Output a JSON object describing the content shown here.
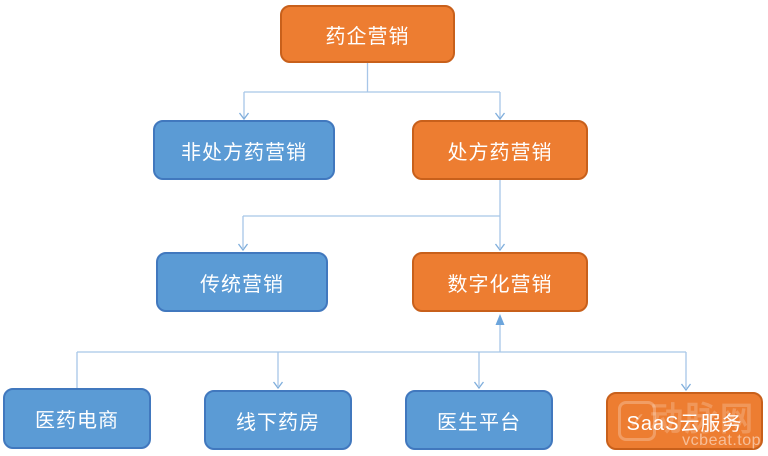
{
  "diagram": {
    "type": "flowchart",
    "nodes": {
      "root": {
        "label": "药企营销",
        "style": "orange"
      },
      "otc": {
        "label": "非处方药营销",
        "style": "blue"
      },
      "rx": {
        "label": "处方药营销",
        "style": "orange"
      },
      "traditional": {
        "label": "传统营销",
        "style": "blue"
      },
      "digital": {
        "label": "数字化营销",
        "style": "orange"
      },
      "ecommerce": {
        "label": "医药电商",
        "style": "blue"
      },
      "pharmacy": {
        "label": "线下药房",
        "style": "blue"
      },
      "doctor": {
        "label": "医生平台",
        "style": "blue"
      },
      "saas": {
        "label": "SaaS云服务",
        "style": "orange"
      }
    },
    "edges": [
      {
        "from": "root",
        "to": "otc",
        "arrowhead": "open-chevron-down"
      },
      {
        "from": "root",
        "to": "rx",
        "arrowhead": "open-chevron-down"
      },
      {
        "from": "rx",
        "to": "traditional",
        "arrowhead": "open-chevron-down"
      },
      {
        "from": "rx",
        "to": "digital",
        "arrowhead": "open-chevron-down"
      },
      {
        "from": "digital",
        "to": "ecommerce",
        "arrowhead": "none"
      },
      {
        "from": "digital",
        "to": "pharmacy",
        "arrowhead": "open-chevron-down"
      },
      {
        "from": "digital",
        "to": "doctor",
        "arrowhead": "open-chevron-down"
      },
      {
        "from": "digital",
        "to": "saas",
        "arrowhead": "open-chevron-down"
      },
      {
        "from": "bottom-bus",
        "to": "digital",
        "arrowhead": "solid-triangle-up"
      }
    ]
  },
  "watermark": {
    "brand": "动脉网",
    "site": "vcbeat.top",
    "logo": "vcbeat-logo"
  },
  "colors": {
    "orange_fill": "#ED7D31",
    "orange_border": "#C8601B",
    "blue_fill": "#5B9BD5",
    "blue_border": "#4178BE",
    "connector": "#A7C6E8",
    "arrowhead": "#7FAEDC",
    "arrow_solid": "#6CA5DC",
    "node_text": "#FFFFFF",
    "background": "#FFFFFF"
  }
}
